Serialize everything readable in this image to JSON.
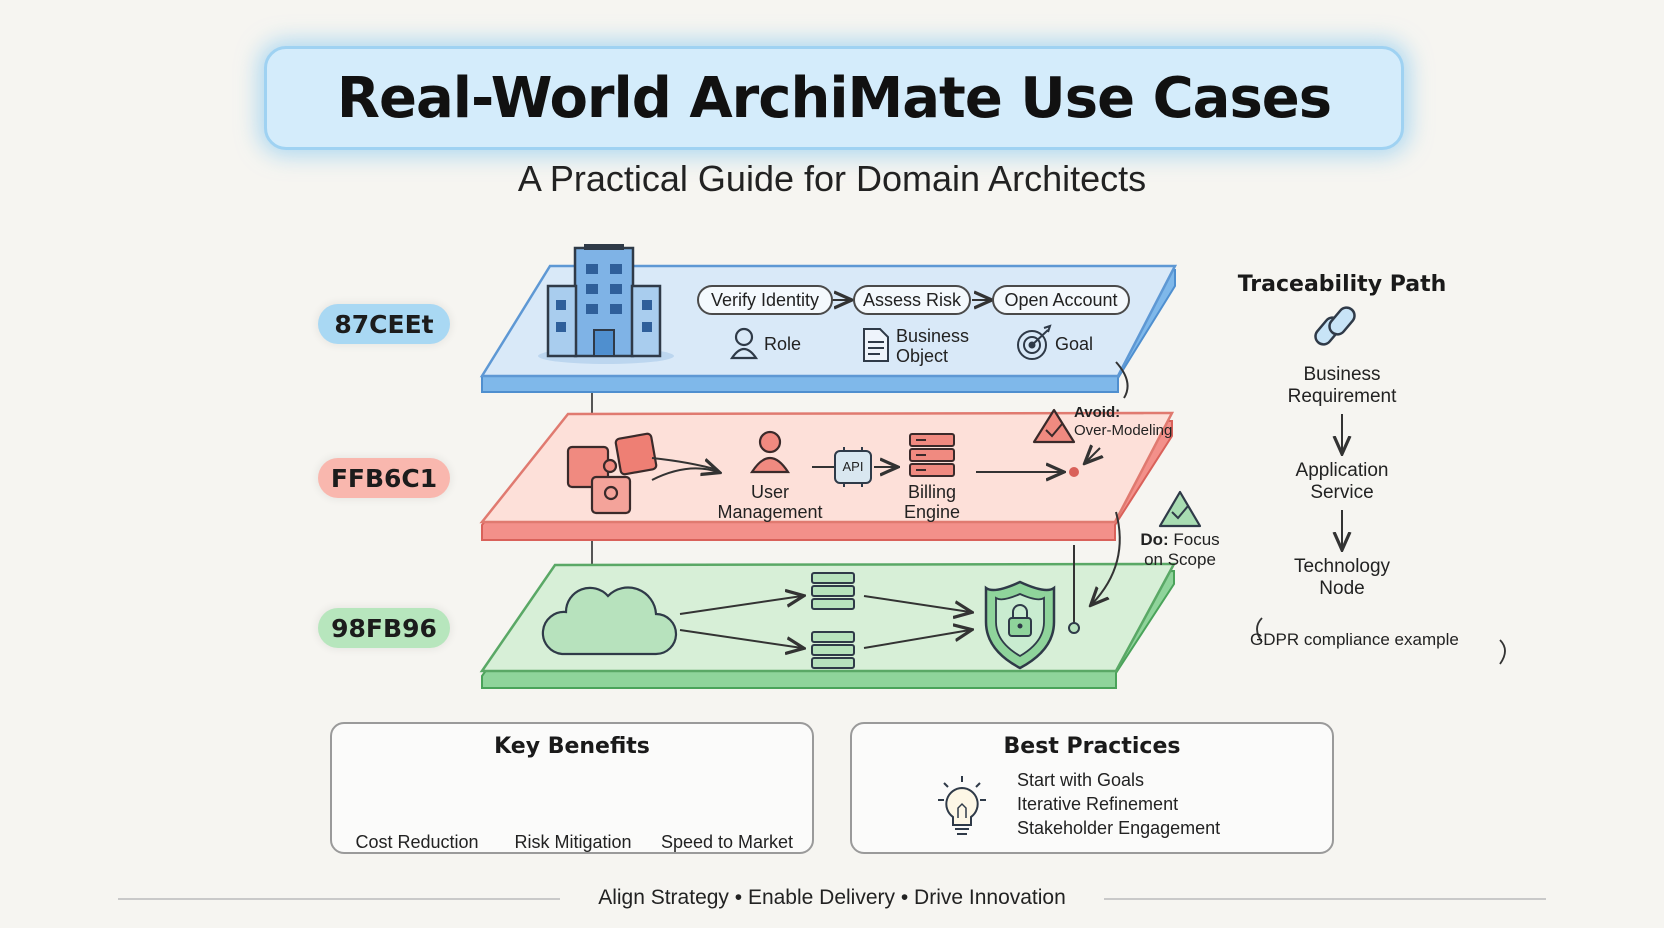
{
  "header": {
    "title": "Real-World ArchiMate Use Cases",
    "subtitle": "A Practical Guide for Domain Architects"
  },
  "layers": [
    {
      "label": "87CEEt",
      "color": "#87CEEB"
    },
    {
      "label": "FFB6C1",
      "color": "#FFB6C1"
    },
    {
      "label": "98FB96",
      "color": "#98FB98"
    }
  ],
  "business_layer": {
    "process": [
      "Verify Identity",
      "Assess Risk",
      "Open Account"
    ],
    "elements": {
      "role": "Role",
      "business_object_line1": "Business",
      "business_object_line2": "Object",
      "goal": "Goal"
    }
  },
  "application_layer": {
    "user_mgmt_line1": "User",
    "user_mgmt_line2": "Management",
    "api": "API",
    "billing_line1": "Billing",
    "billing_line2": "Engine"
  },
  "callouts": {
    "avoid_title": "Avoid:",
    "avoid_text": "Over-Modeling",
    "do_title": "Do:",
    "do_text_1": "Focus",
    "do_text_2": "on Scope"
  },
  "traceability": {
    "title": "Traceability Path",
    "items": [
      {
        "line1": "Business",
        "line2": "Requirement"
      },
      {
        "line1": "Application",
        "line2": "Service"
      },
      {
        "line1": "Technology",
        "line2": "Node"
      }
    ],
    "example": "GDPR compliance example"
  },
  "key_benefits": {
    "title": "Key Benefits",
    "items": [
      "Cost Reduction",
      "Risk Mitigation",
      "Speed to Market"
    ]
  },
  "best_practices": {
    "title": "Best Practices",
    "items": [
      "Start with Goals",
      "Iterative Refinement",
      "Stakeholder Engagement"
    ]
  },
  "footer": "Align Strategy • Enable Delivery • Drive Innovation",
  "icons": [
    "building-icon",
    "person-icon",
    "document-icon",
    "target-icon",
    "puzzle-icon",
    "api-icon",
    "server-icon",
    "warning-icon",
    "check-triangle-icon",
    "cloud-icon",
    "shield-lock-icon",
    "chain-link-icon",
    "piggy-bank-icon",
    "shield-check-icon",
    "rocket-icon",
    "lightbulb-icon"
  ]
}
